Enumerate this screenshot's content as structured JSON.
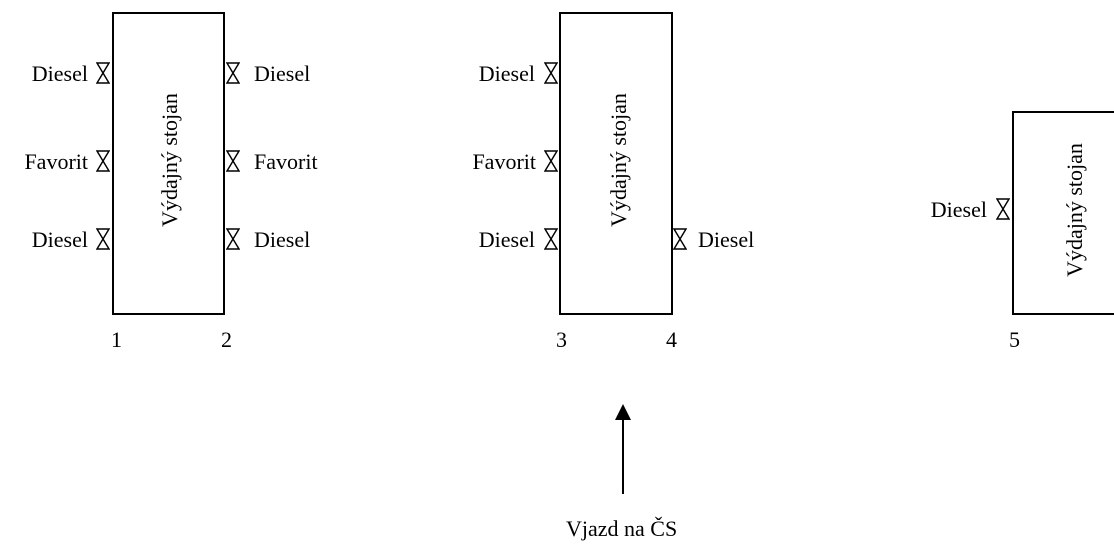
{
  "dispenser_label": "Výdajný stojan",
  "fuels": {
    "diesel": "Diesel",
    "favorit": "Favorit"
  },
  "stand_numbers": [
    "1",
    "2",
    "3",
    "4",
    "5"
  ],
  "entrance_label": "Vjazd na ČS"
}
